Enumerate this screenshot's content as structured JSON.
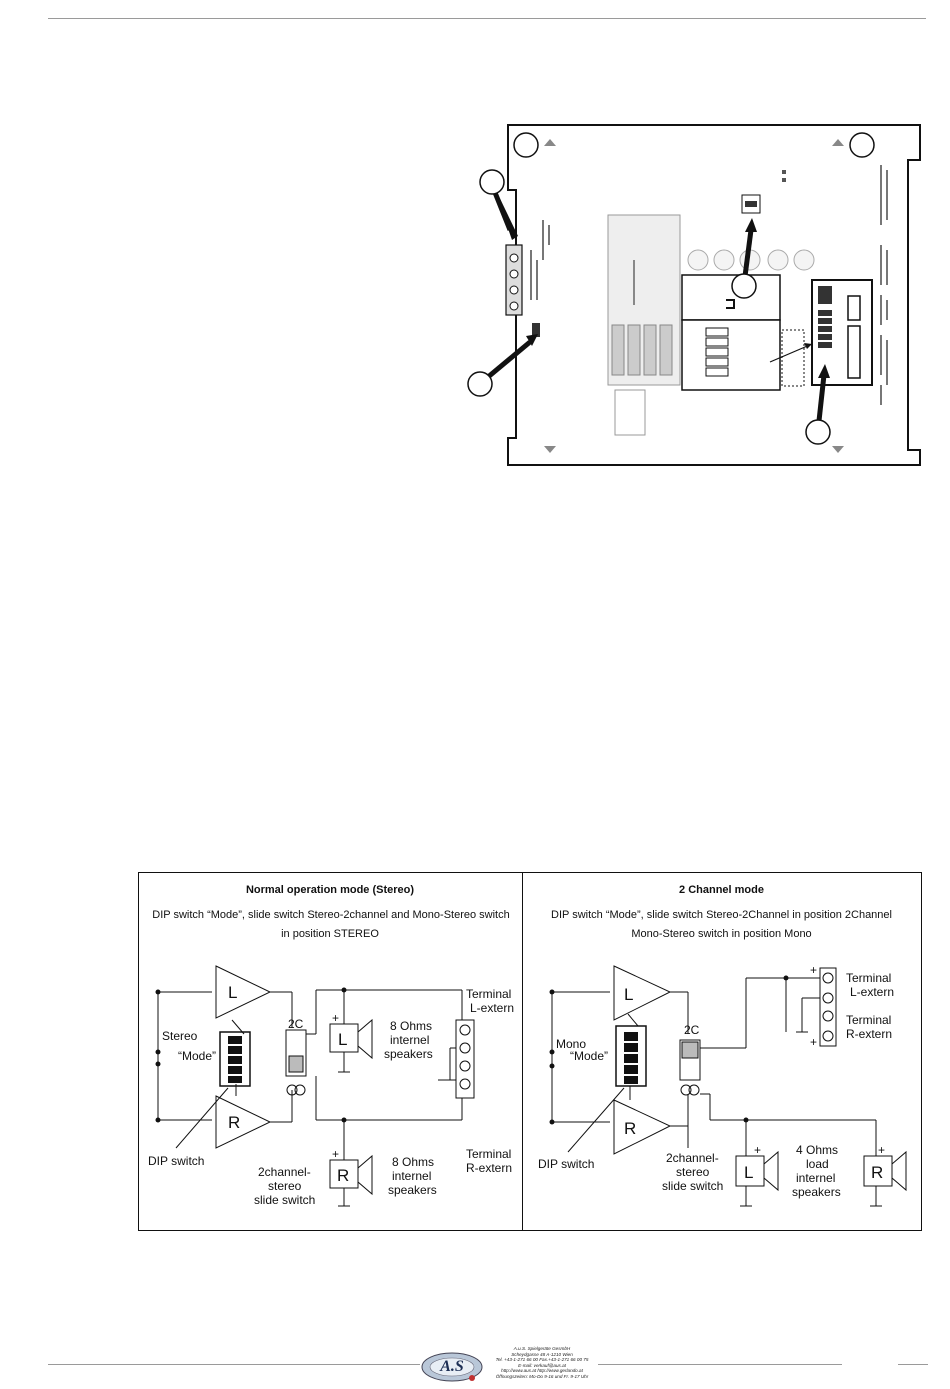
{
  "stereo": {
    "title": "Normal operation mode (Stereo)",
    "subtitle_line1": "DIP switch “Mode”, slide switch Stereo-2channel and Mono-Stereo switch",
    "subtitle_line2": "in position STEREO",
    "labels": {
      "amp_l": "L",
      "amp_r": "R",
      "stereo": "Stereo",
      "mode": "“Mode”",
      "dip_switch": "DIP switch",
      "two_c": "2C",
      "slide_line1": "2channel-",
      "slide_line2": "stereo",
      "slide_line3": "slide switch",
      "spk_l": "L",
      "spk_r": "R",
      "ohms_top_line1": "8 Ohms",
      "ohms_top_line2": "internel",
      "ohms_top_line3": "speakers",
      "ohms_bot_line1": "8 Ohms",
      "ohms_bot_line2": "internel",
      "ohms_bot_line3": "speakers",
      "terminal_l_line1": "Terminal",
      "terminal_l_line2": "L-extern",
      "terminal_r_line1": "Terminal",
      "terminal_r_line2": "R-extern",
      "plus": "+"
    }
  },
  "twochannel": {
    "title": "2 Channel mode",
    "subtitle_line1": "DIP switch “Mode”, slide switch Stereo-2Channel in position 2Channel",
    "subtitle_line2": "Mono-Stereo switch in position Mono",
    "labels": {
      "amp_l": "L",
      "amp_r": "R",
      "mono": "Mono",
      "mode": "“Mode”",
      "dip_switch": "DIP switch",
      "two_c": "2C",
      "slide_line1": "2channel-",
      "slide_line2": "stereo",
      "slide_line3": "slide switch",
      "spk_l": "L",
      "spk_r": "R",
      "ohms_line1": "4 Ohms",
      "ohms_line2": "load",
      "ohms_line3": "internel",
      "ohms_line4": "speakers",
      "terminal_l_line1": "Terminal",
      "terminal_l_line2": "L-extern",
      "terminal_r_line1": "Terminal",
      "terminal_r_line2": "R-extern",
      "plus": "+"
    }
  },
  "footer": {
    "logo_text": "A.S",
    "company": "A.u.S. Spielgeräte GesmbH",
    "address": "Scheydgasse 48   A-1210 Wien",
    "phone": "Tel. +43-1-271 66 00  Fax.+43-1-271 66 00 75",
    "email": "E-mail: verkauf@aus.at",
    "web": "http://www.aus.at   http://www.gerlando.at",
    "hours": "Öffnungszeiten: Mo-Do 9-16 und Fr. 9-17 Uhr"
  }
}
